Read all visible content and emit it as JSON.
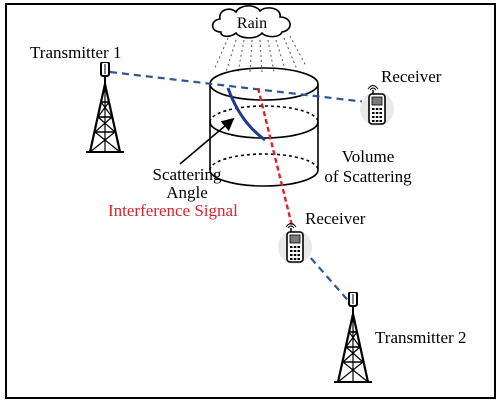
{
  "labels": {
    "transmitter1": "Transmitter 1",
    "transmitter2": "Transmitter 2",
    "rain": "Rain",
    "receiver_top": "Receiver",
    "receiver_bottom": "Receiver",
    "volume_line1": "Volume",
    "volume_line2": "of Scattering",
    "scattering_line1": "Scattering",
    "scattering_line2": "Angle",
    "interference": "Interference Signal"
  },
  "colors": {
    "frame": "#000000",
    "link_path": "#2f5597",
    "interference_path": "#e0202a",
    "interference_text": "#e0202a",
    "scatter_arc": "#1f3b8f",
    "text": "#000000"
  },
  "icons": [
    "transmitter-tower-icon",
    "cloud-icon",
    "mobile-receiver-icon"
  ]
}
